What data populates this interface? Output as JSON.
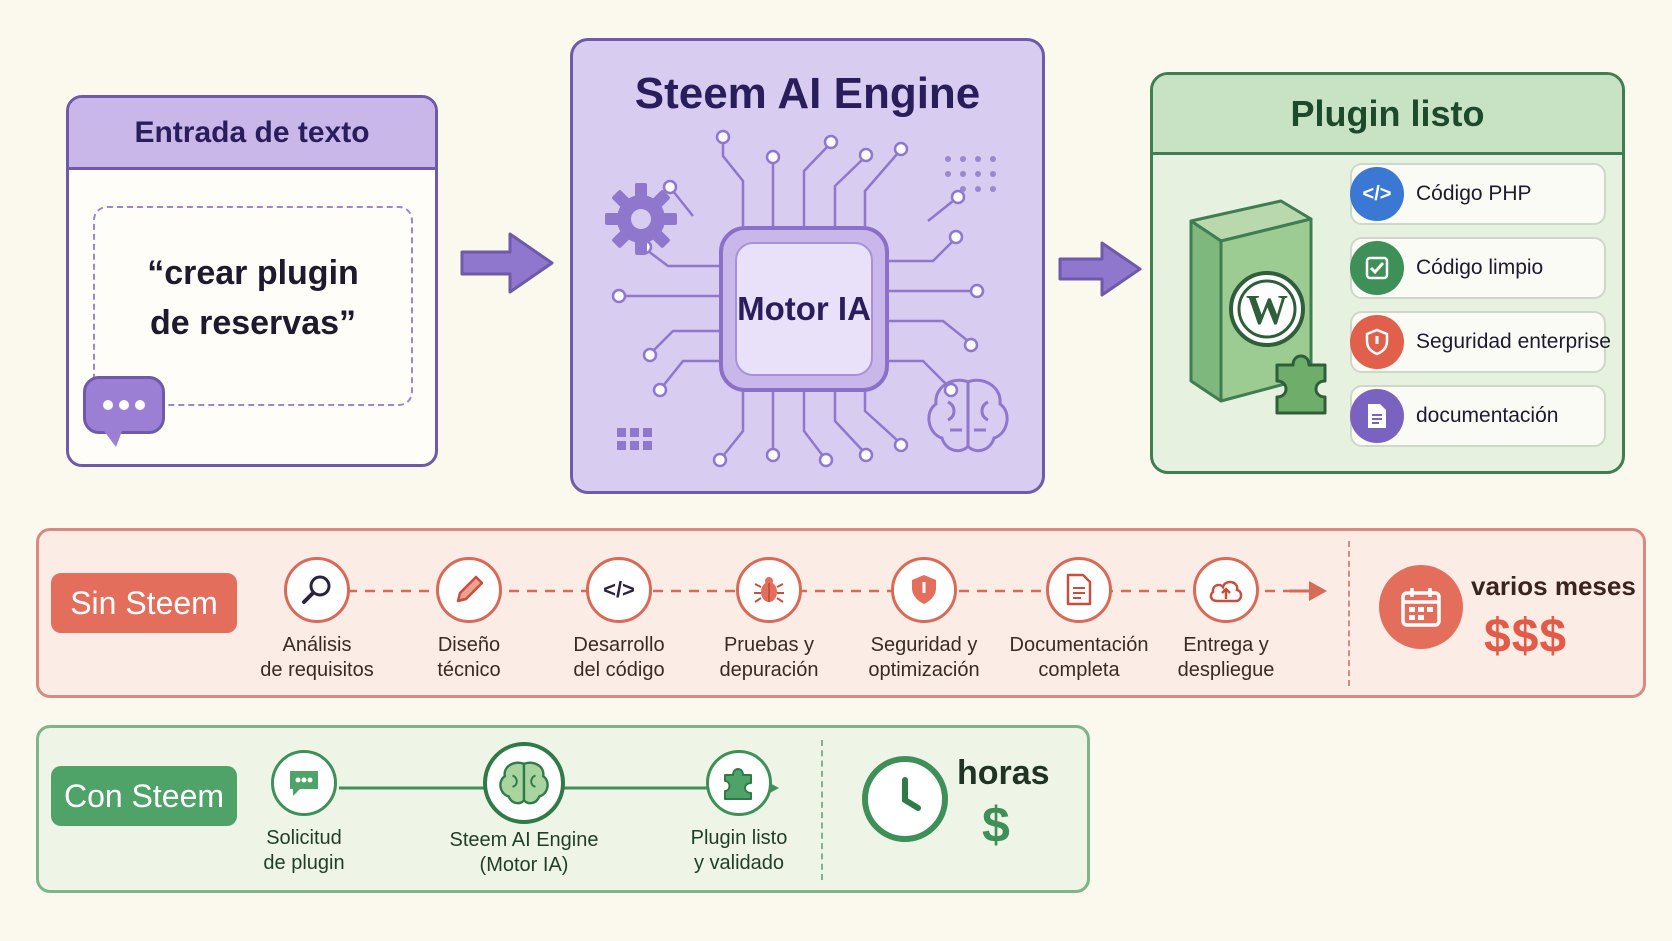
{
  "input_panel": {
    "title": "Entrada de texto",
    "quote_line1": "“crear plugin",
    "quote_line2": "de reservas”"
  },
  "engine_panel": {
    "title": "Steem AI Engine",
    "chip_label": "Motor IA"
  },
  "plugin_panel": {
    "title": "Plugin listo",
    "features": [
      {
        "label": "Código PHP",
        "icon": "code-icon",
        "color": "#3a78d4"
      },
      {
        "label": "Código limpio",
        "icon": "checkbox-icon",
        "color": "#3f8f58"
      },
      {
        "label": "Seguridad enterprise",
        "icon": "shield-icon",
        "color": "#e0604c"
      },
      {
        "label": "documentación",
        "icon": "document-icon",
        "color": "#7a62c0"
      }
    ]
  },
  "without_steem": {
    "label": "Sin Steem",
    "steps": [
      {
        "line1": "Análisis",
        "line2": "de requisitos",
        "icon": "magnifier-icon"
      },
      {
        "line1": "Diseño",
        "line2": "técnico",
        "icon": "pencil-icon"
      },
      {
        "line1": "Desarrollo",
        "line2": "del código",
        "icon": "code-icon"
      },
      {
        "line1": "Pruebas y",
        "line2": "depuración",
        "icon": "bug-icon"
      },
      {
        "line1": "Seguridad y",
        "line2": "optimización",
        "icon": "shield-icon"
      },
      {
        "line1": "Documentación",
        "line2": "completa",
        "icon": "document-icon"
      },
      {
        "line1": "Entrega y",
        "line2": "despliegue",
        "icon": "cloud-upload-icon"
      }
    ],
    "time": "varios meses",
    "cost": "$$$"
  },
  "with_steem": {
    "label": "Con Steem",
    "steps": [
      {
        "line1": "Solicitud",
        "line2": "de plugin",
        "icon": "chat-icon"
      },
      {
        "line1": "Steem AI Engine",
        "line2": "(Motor IA)",
        "icon": "brain-icon"
      },
      {
        "line1": "Plugin listo",
        "line2": "y validado",
        "icon": "puzzle-icon"
      }
    ],
    "time": "horas",
    "cost": "$"
  },
  "colors": {
    "purple": "#6e5aa8",
    "green": "#3f8f58",
    "red": "#e46e5c"
  }
}
